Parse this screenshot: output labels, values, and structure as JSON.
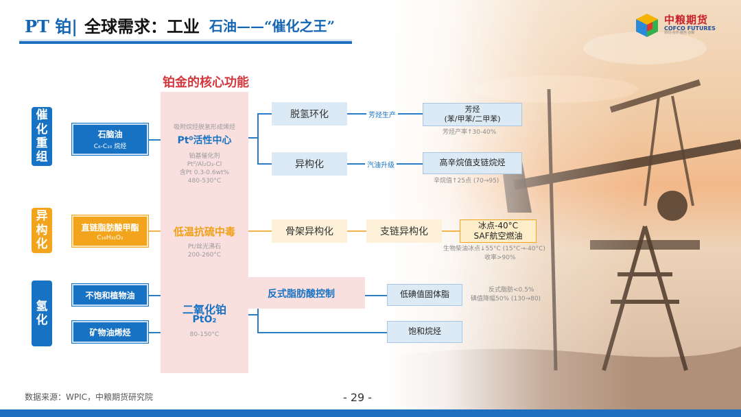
{
  "title": {
    "pt": "PT 铂|",
    "main": "全球需求：工业",
    "sub": "石油——“催化之王”"
  },
  "logo": {
    "cn": "中粮期货",
    "en": "COFCO FUTURES",
    "tag": "协同·合作·服务·创新"
  },
  "core_title": "铂金的核心功能",
  "side_labels": {
    "catalytic": "催化重组",
    "isomer": "异构化",
    "hydro": "氢化"
  },
  "inputs": {
    "naphtha": "石脑油",
    "naphtha_sub": "C₆-C₁₀ 烷烃",
    "fame": "直链脂肪酸甲酯",
    "fame_sub": "C₁₆H₃₂O₂",
    "veg_oil": "不饱和植物油",
    "mineral": "矿物油烯烃"
  },
  "core": {
    "c1_top": "吸附烷烃脱氢形成烯烃",
    "c1_title": "Pt⁰活性中心",
    "c1_detail": [
      "铂基催化剂",
      "Pt⁰/Al₂O₃-Cl",
      "含Pt 0.3-0.6wt%",
      "480-530°C"
    ],
    "c2_title": "低温抗硫中毒",
    "c2_detail": [
      "Pt/丝光沸石",
      "200-260°C"
    ],
    "c3_title": "二氧化铂",
    "c3_formula": "PtO₂",
    "c3_detail": "80-150°C"
  },
  "flow": {
    "dehydro": "脱氢环化",
    "isomer": "异构化",
    "aromatic_label": "芳烃生产",
    "gasoline_label": "汽油升级",
    "aromatic_result": "芳烃",
    "aromatic_result_sub": "(苯/甲苯/二甲苯)",
    "aromatic_note": "芳烃产率↑30-40%",
    "octane_result": "高辛烷值支链烷烃",
    "octane_note": "辛烷值↑25点 (70→95)",
    "skeletal": "骨架异构化",
    "branched": "支链异构化",
    "saf_line1": "冰点-40°C",
    "saf_line2": "SAF航空燃油",
    "saf_note1": "生物柴油冰点↓55°C (15°C→-40°C)",
    "saf_note2": "收率>90%",
    "trans_fat": "反式脂肪酸控制",
    "low_iodine": "低碘值固体脂",
    "trans_note1": "反式脂肪<0.5%",
    "trans_note2": "碘值降幅50% (130→80)",
    "saturated": "饱和烷烃"
  },
  "source": "数据来源：WPIC，中粮期货研究院",
  "page_number": "- 29 -"
}
